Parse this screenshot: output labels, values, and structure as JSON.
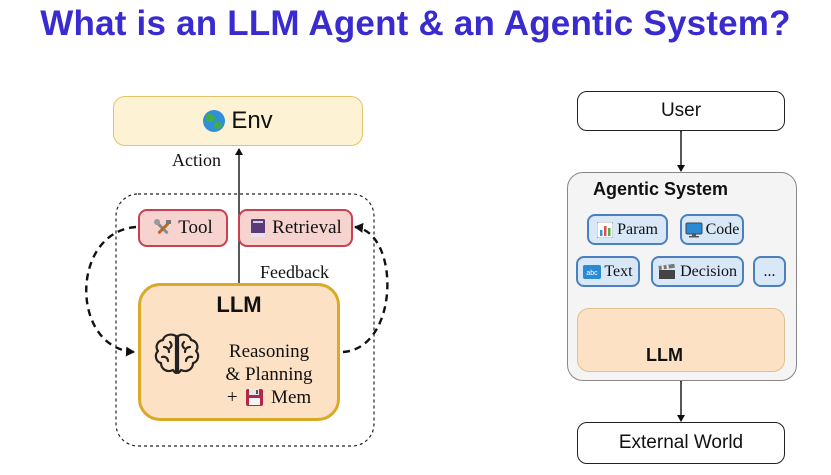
{
  "title": "What is an LLM Agent & an Agentic System?",
  "colors": {
    "title": "#3a2bd0",
    "env_fill": "#fdf3d4",
    "tool_fill": "#f6d3cf",
    "tool_border": "#c94050",
    "llm_fill": "#fde1c4",
    "llm_border": "#d9a928",
    "chip_fill": "#d9e8f7",
    "chip_border": "#4d7fc0"
  },
  "agent": {
    "env": {
      "icon": "globe-icon",
      "label": "Env"
    },
    "action_label": "Action",
    "feedback_label": "Feedback",
    "tool": {
      "icon": "tools-icon",
      "label": "Tool"
    },
    "retrieval": {
      "icon": "book-icon",
      "label": "Retrieval"
    },
    "llm": {
      "title": "LLM",
      "icon": "brain-icon",
      "line1": "Reasoning",
      "line2": "& Planning",
      "line3_prefix": "+",
      "mem_icon": "floppy-disk-icon",
      "mem_label": "Mem"
    }
  },
  "system": {
    "user_label": "User",
    "title": "Agentic System",
    "modules": [
      {
        "icon": "bar-chart-icon",
        "label": "Param"
      },
      {
        "icon": "monitor-icon",
        "label": "Code"
      },
      {
        "icon": "abc-icon",
        "label": "Text"
      },
      {
        "icon": "clapperboard-icon",
        "label": "Decision"
      },
      {
        "icon": "",
        "label": "..."
      }
    ],
    "llm_label": "LLM",
    "world_label": "External World"
  }
}
